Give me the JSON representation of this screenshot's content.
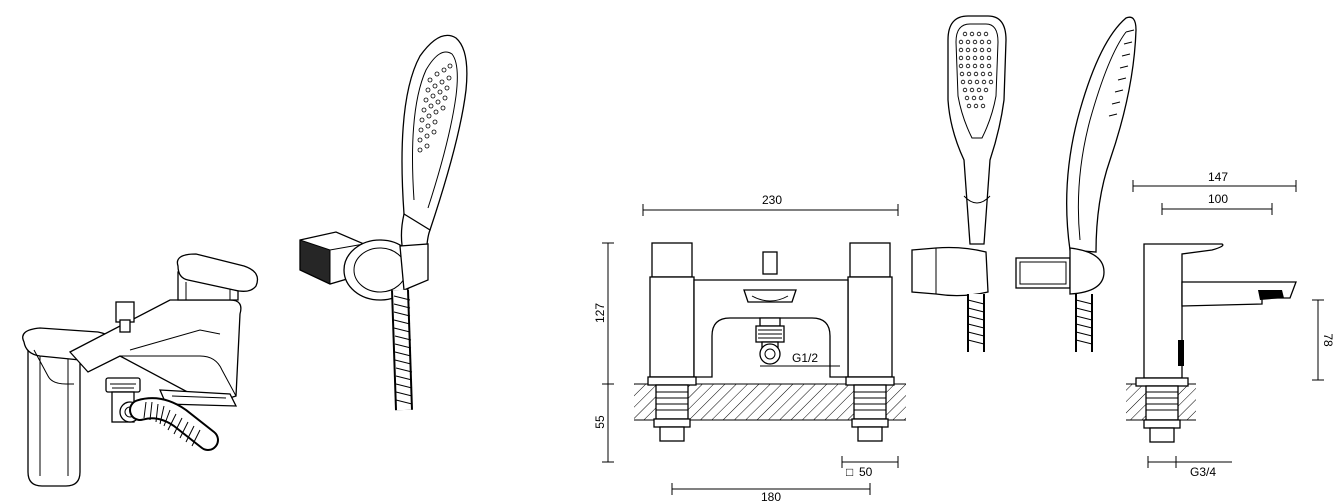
{
  "dimensions": {
    "front_width": "230",
    "front_height": "127",
    "deck_thickness": "55",
    "pillar_centres": "180",
    "square_base": "50",
    "outlet_thread": "G1/2",
    "side_reach_total": "147",
    "side_reach_spout": "100",
    "side_spout_height": "78",
    "inlet_thread": "G3/4"
  },
  "colors": {
    "line": "#000000",
    "background": "#ffffff"
  },
  "icons": {
    "square_symbol": "□"
  }
}
